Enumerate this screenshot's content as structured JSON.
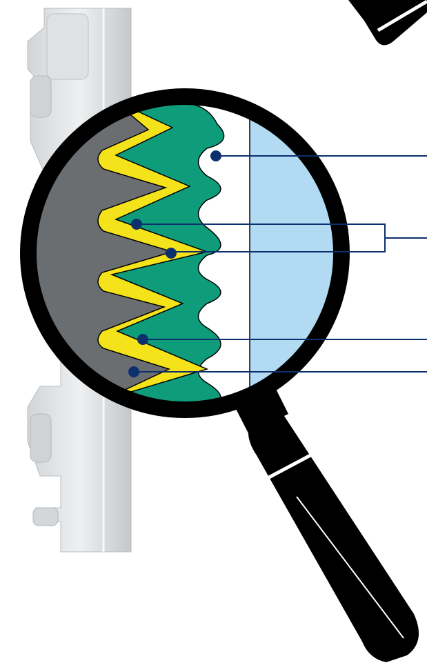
{
  "colors": {
    "background": "#ffffff",
    "radiator_light": "#e9ebec",
    "radiator_shade": "#c9cdd0",
    "core_gray": "#6b6e71",
    "coating_yellow": "#f4e21a",
    "layer_green": "#0f9c7b",
    "inner_white": "#ffffff",
    "outer_blue": "#b2daf2",
    "magnifier_black": "#000000",
    "callout_navy": "#0c2f6e"
  },
  "icons": {
    "magnifier": "magnifying-glass-icon",
    "callout_marker": "dot-marker",
    "background_object": "radiator-section"
  },
  "callouts": [
    {
      "id": "inner-space",
      "marker": "dot-marker"
    },
    {
      "id": "coating-layers",
      "marker": "dot-marker",
      "grouped": true
    },
    {
      "id": "green-layer",
      "marker": "dot-marker"
    },
    {
      "id": "core-metal",
      "marker": "dot-marker"
    }
  ]
}
